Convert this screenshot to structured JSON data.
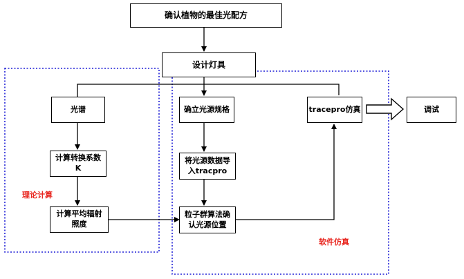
{
  "diagram": {
    "nodes": {
      "goal": "确认植物的最佳光配方",
      "design": "设计灯具",
      "spectrum": "光谱",
      "conv": "计算转换系数\nK",
      "irr": "计算平均辐射\n照度",
      "spec": "确立光源规格",
      "importTp": "将光源数据导\n入tracpro",
      "pso": "粒子群算法确\n认光源位置",
      "tracepro": "tracepro仿真",
      "debug": "调试"
    },
    "regions": {
      "theory": "理论计算",
      "software": "软件仿真"
    },
    "colors": {
      "line": "#000000",
      "dashed_border": "#1f1fd6",
      "region_label": "#e8261f"
    }
  }
}
